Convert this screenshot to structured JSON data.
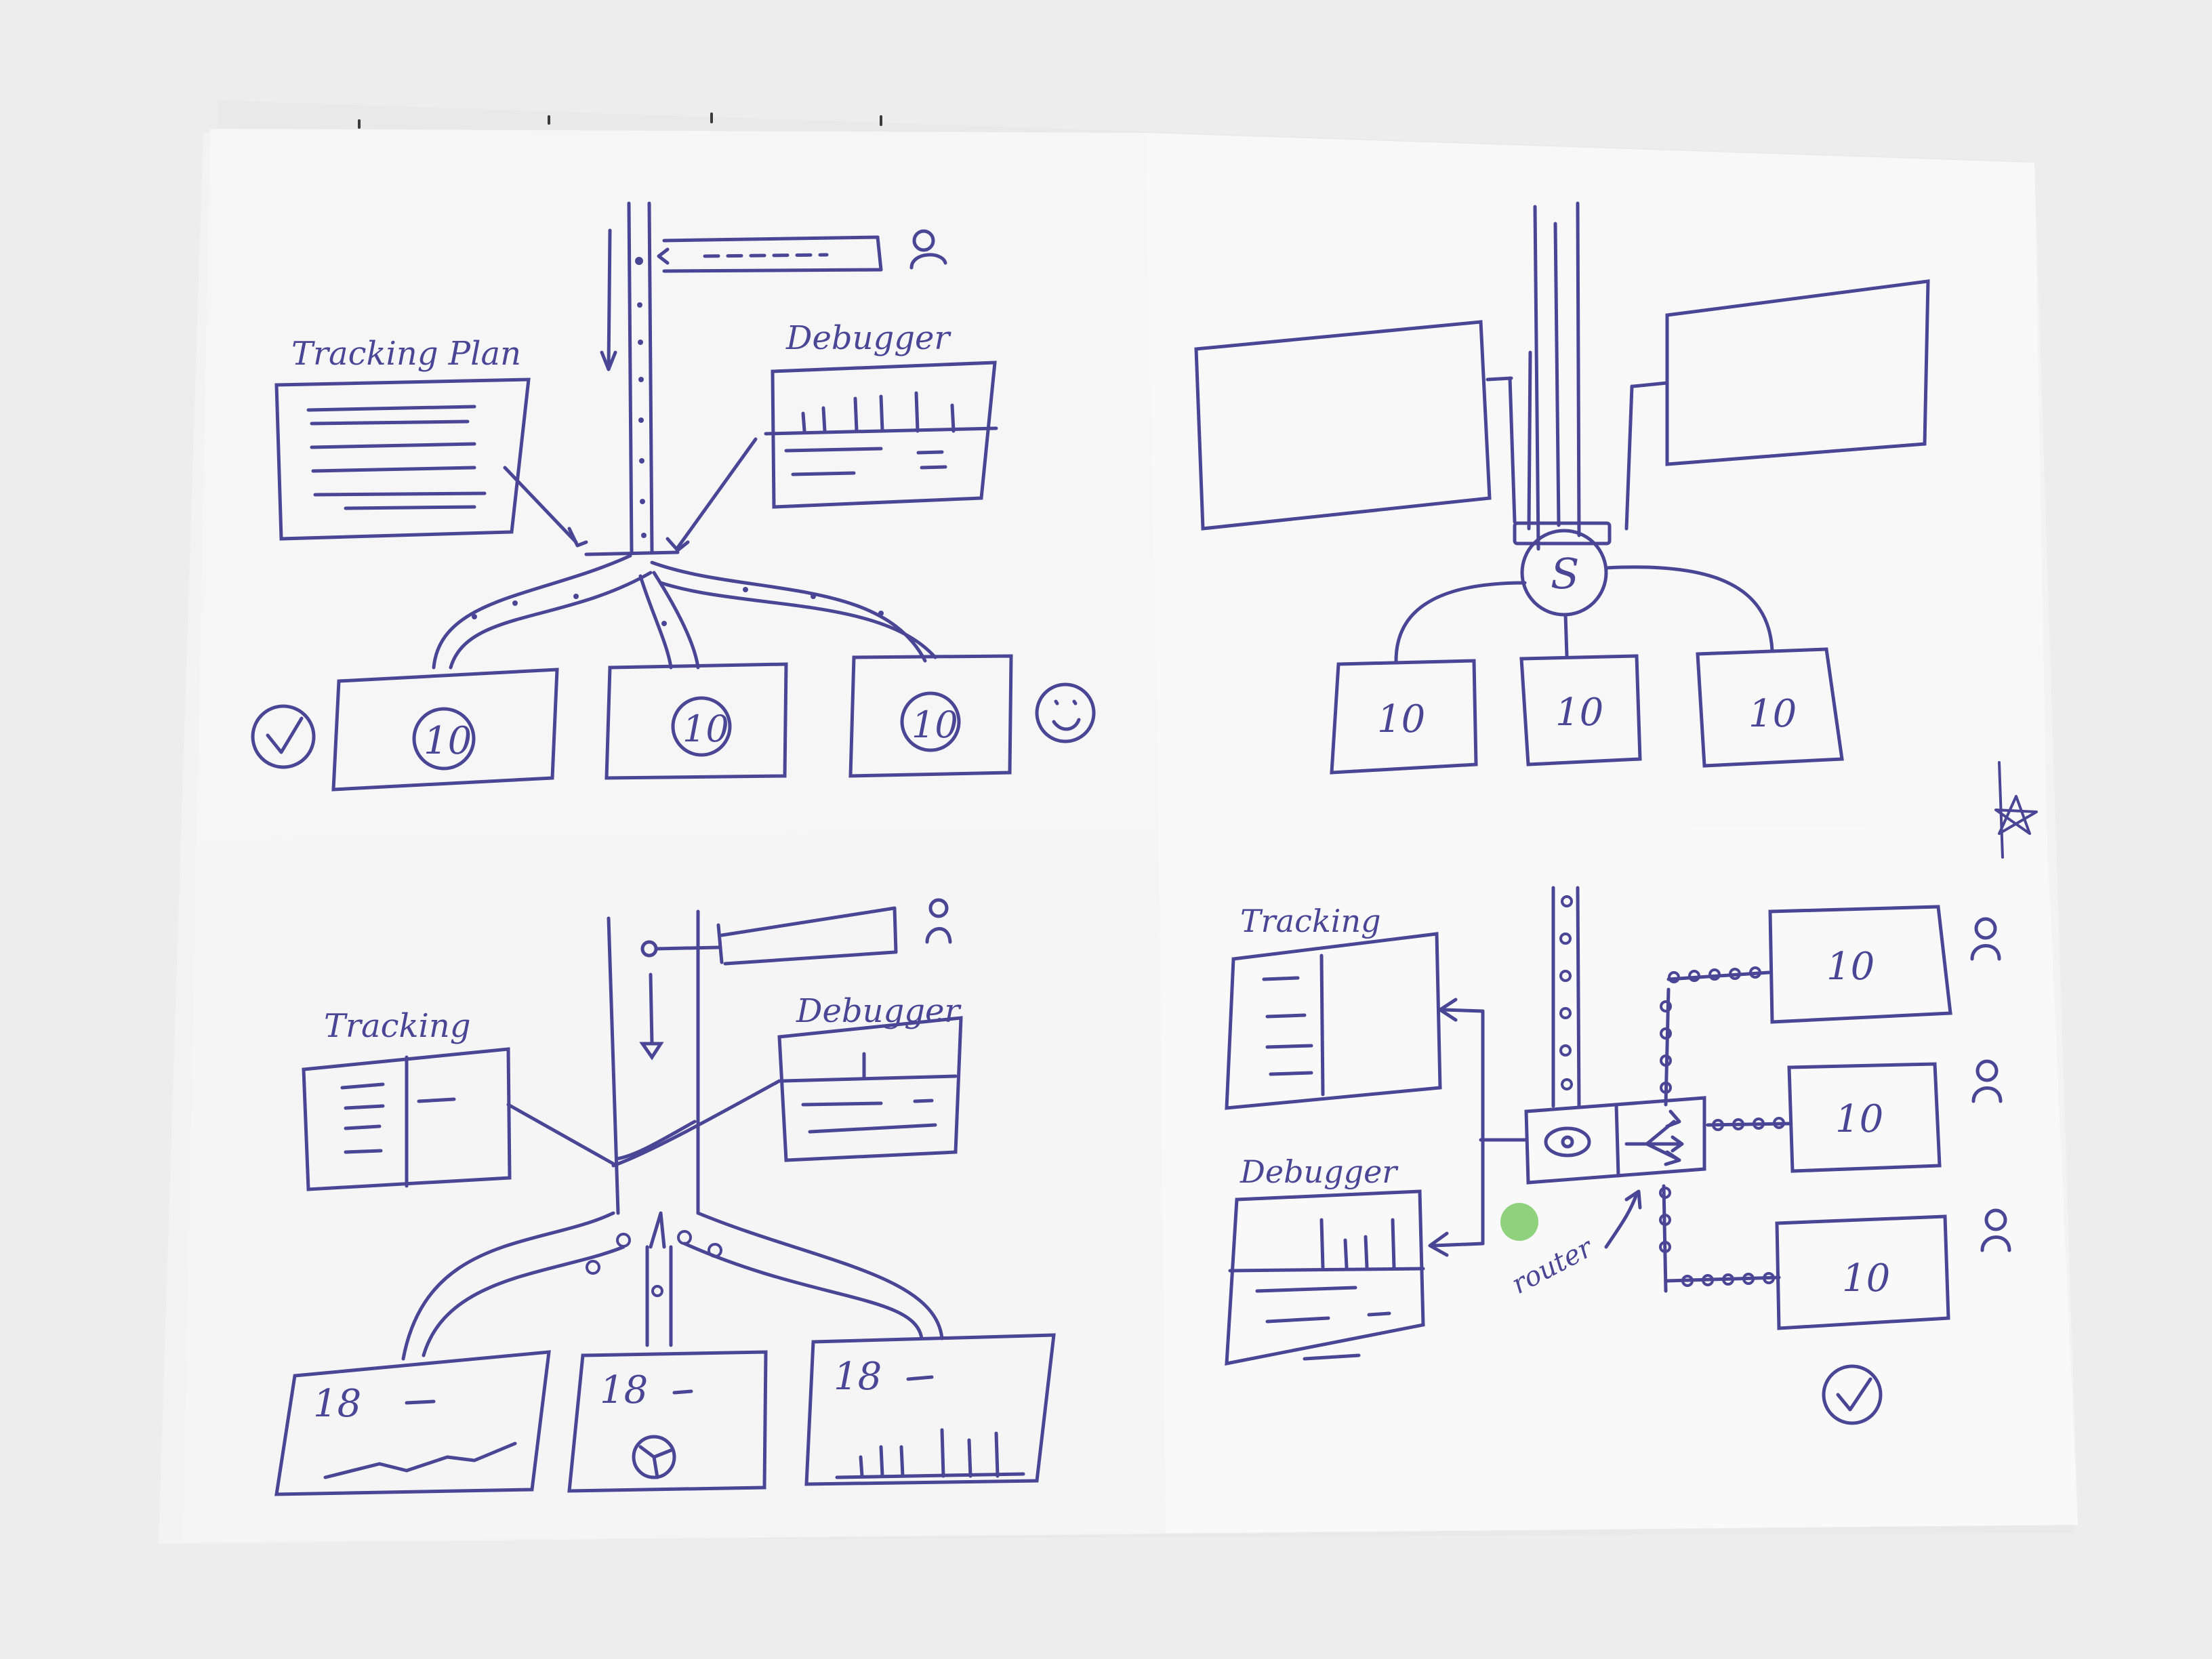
{
  "colors": {
    "ink": "#4a4696",
    "paper": "#f7f7f8",
    "background": "#ededed",
    "dot": "#8fd17c"
  },
  "panel_top_left": {
    "tracking_plan_label": "Tracking Plan",
    "debugger_label": "Debugger",
    "destination_labels": [
      "10",
      "10",
      "10"
    ],
    "check_icon": "check-circle-icon",
    "smiley_icon": "smiley-icon",
    "user_icon": "user-icon"
  },
  "panel_top_right": {
    "hub_label": "S",
    "destination_labels": [
      "10",
      "10",
      "10"
    ]
  },
  "panel_bottom_left": {
    "tracking_label": "Tracking",
    "debugger_label": "Debugger",
    "destination_labels": [
      "18",
      "18",
      "18"
    ],
    "user_icon": "user-icon"
  },
  "panel_bottom_right": {
    "tracking_label": "Tracking",
    "debugger_label": "Debugger",
    "router_label": "router",
    "destination_labels": [
      "10",
      "10",
      "10"
    ],
    "eye_icon": "eye-icon",
    "fork_icon": "fork-arrows-icon",
    "user_icons": [
      "user-icon",
      "user-icon",
      "user-icon"
    ],
    "check_icon": "check-circle-icon",
    "star_icon": "star-icon"
  }
}
